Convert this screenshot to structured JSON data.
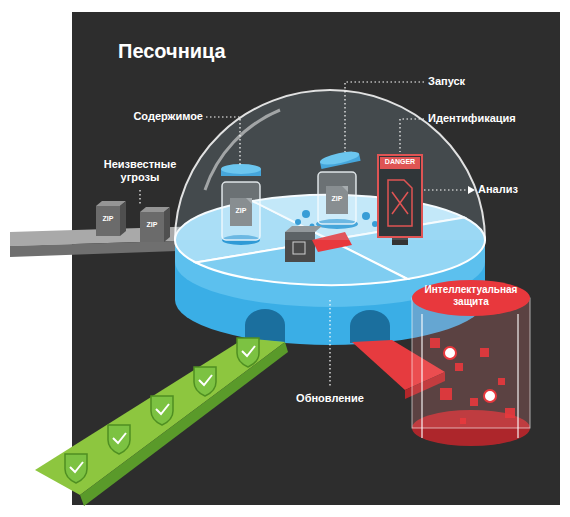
{
  "diagram": {
    "title": "Песочница",
    "nodes": [
      {
        "text": [
          "Интеллектуальная защита"
        ]
      }
    ],
    "labels": [
      "Содержимое",
      "Запуск",
      "Идентификация",
      "Неизвестные угрозы",
      "ZIP",
      "ZIP",
      "ZIP",
      "ZIP",
      "DANGER",
      "Анализ",
      "Обновление"
    ]
  }
}
